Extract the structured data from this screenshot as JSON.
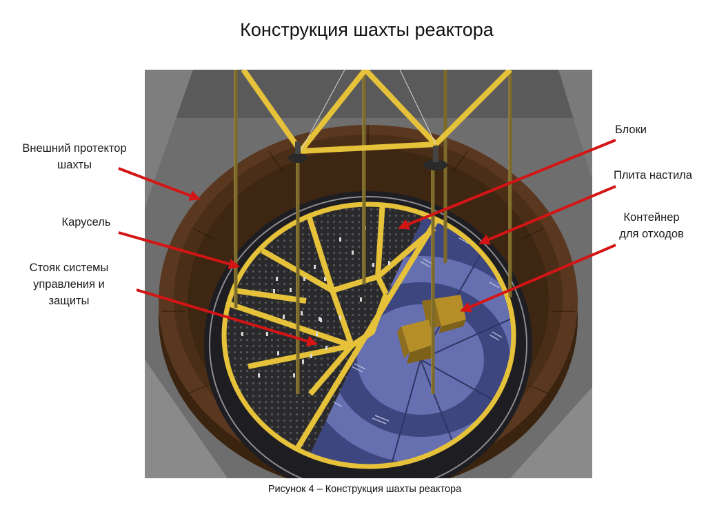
{
  "title": "Конструкция шахты реактора",
  "labels": {
    "outer_protector_line1": "Внешний протектор",
    "outer_protector_line2": "шахты",
    "carousel": "Карусель",
    "riser_line1": "Стояк системы",
    "riser_line2": "управления и",
    "riser_line3": "защиты",
    "blocks": "Блоки",
    "deck_plate": "Плита настила",
    "container_line1": "Контейнер",
    "container_line2": "для отходов"
  },
  "caption": "Рисунок 4 – Конструкция шахты реактора",
  "colors": {
    "arrow": "#d41515",
    "frame": "#e6c23a",
    "wall": "#4a2e16",
    "plate": "#5d68a8",
    "ground": "#6d6d6d"
  }
}
